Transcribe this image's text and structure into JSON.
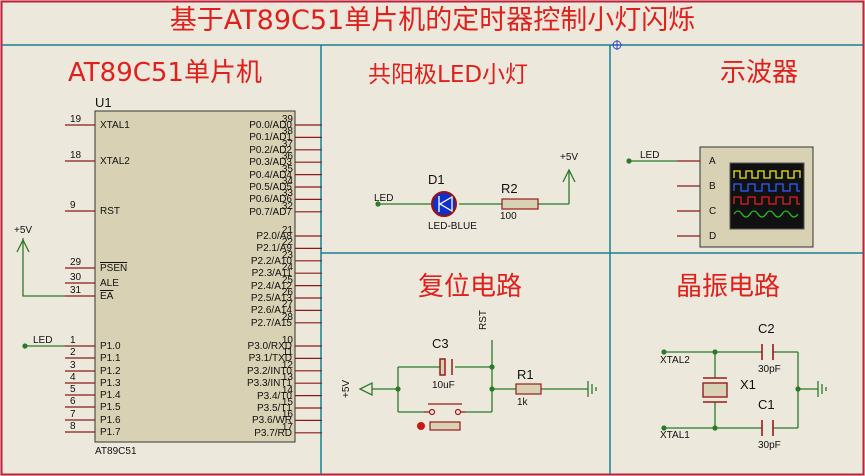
{
  "title": "基于AT89C51单片机的定时器控制小灯闪烁",
  "sections": {
    "mcu": "AT89C51单片机",
    "led": "共阳极LED小灯",
    "scope": "示波器",
    "reset": "复位电路",
    "crystal": "晶振电路"
  },
  "mcu": {
    "ref": "U1",
    "part": "AT89C51",
    "left_pins": [
      {
        "num": "19",
        "name": "XTAL1"
      },
      {
        "num": "18",
        "name": "XTAL2"
      },
      {
        "num": "9",
        "name": "RST"
      },
      {
        "num": "29",
        "name": "PSEN"
      },
      {
        "num": "30",
        "name": "ALE"
      },
      {
        "num": "31",
        "name": "EA"
      },
      {
        "num": "1",
        "name": "P1.0"
      },
      {
        "num": "2",
        "name": "P1.1"
      },
      {
        "num": "3",
        "name": "P1.2"
      },
      {
        "num": "4",
        "name": "P1.3"
      },
      {
        "num": "5",
        "name": "P1.4"
      },
      {
        "num": "6",
        "name": "P1.5"
      },
      {
        "num": "7",
        "name": "P1.6"
      },
      {
        "num": "8",
        "name": "P1.7"
      }
    ],
    "right_pins": [
      {
        "num": "39",
        "name": "P0.0/AD0"
      },
      {
        "num": "38",
        "name": "P0.1/AD1"
      },
      {
        "num": "37",
        "name": "P0.2/AD2"
      },
      {
        "num": "36",
        "name": "P0.3/AD3"
      },
      {
        "num": "35",
        "name": "P0.4/AD4"
      },
      {
        "num": "34",
        "name": "P0.5/AD5"
      },
      {
        "num": "33",
        "name": "P0.6/AD6"
      },
      {
        "num": "32",
        "name": "P0.7/AD7"
      },
      {
        "num": "21",
        "name": "P2.0/A8"
      },
      {
        "num": "22",
        "name": "P2.1/A9"
      },
      {
        "num": "23",
        "name": "P2.2/A10"
      },
      {
        "num": "24",
        "name": "P2.3/A11"
      },
      {
        "num": "25",
        "name": "P2.4/A12"
      },
      {
        "num": "26",
        "name": "P2.5/A13"
      },
      {
        "num": "27",
        "name": "P2.6/A14"
      },
      {
        "num": "28",
        "name": "P2.7/A15"
      },
      {
        "num": "10",
        "name": "P3.0/RXD"
      },
      {
        "num": "11",
        "name": "P3.1/TXD"
      },
      {
        "num": "12",
        "name": "P3.2/INT0"
      },
      {
        "num": "13",
        "name": "P3.3/INT1"
      },
      {
        "num": "14",
        "name": "P3.4/T0"
      },
      {
        "num": "15",
        "name": "P3.5/T1"
      },
      {
        "num": "16",
        "name": "P3.6/WR"
      },
      {
        "num": "17",
        "name": "P3.7/RD"
      }
    ],
    "power": "+5V",
    "led_net": "LED"
  },
  "led_circuit": {
    "diode_ref": "D1",
    "diode_part": "LED-BLUE",
    "res_ref": "R2",
    "res_value": "100",
    "net_in": "LED",
    "power": "+5V"
  },
  "scope": {
    "net_in": "LED",
    "channels": [
      "A",
      "B",
      "C",
      "D"
    ]
  },
  "reset_circuit": {
    "cap_ref": "C3",
    "cap_value": "10uF",
    "res_ref": "R1",
    "res_value": "1k",
    "net": "RST",
    "power": "+5V"
  },
  "crystal_circuit": {
    "xtal_ref": "X1",
    "c_top_ref": "C2",
    "c_top_value": "30pF",
    "c_bot_ref": "C1",
    "c_bot_value": "30pF",
    "net_top": "XTAL2",
    "net_bot": "XTAL1"
  },
  "colors": {
    "title_red": "#e0201c",
    "wire_green": "#2a7a28",
    "component_red": "#b01c1c",
    "background": "#ece8dc",
    "grid_line": "#1a7f90",
    "scope_screen": "#111111"
  }
}
